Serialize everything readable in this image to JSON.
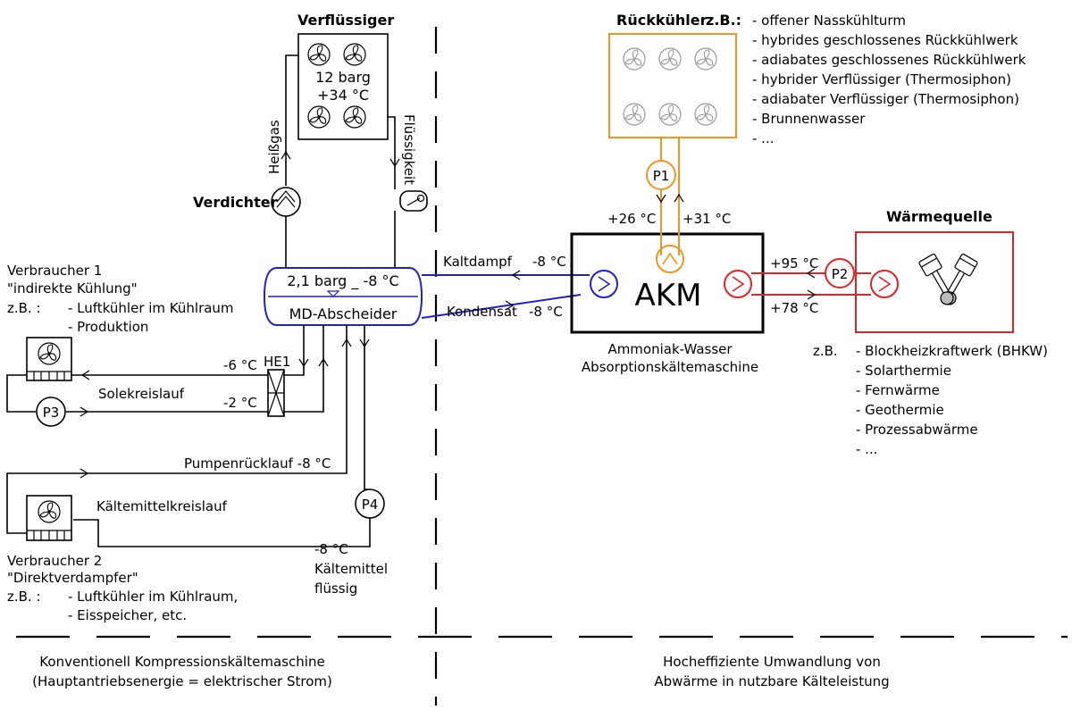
{
  "labels": {
    "verfluessiger": "Verflüssiger",
    "verfl_pressure": "12 barg",
    "verfl_temp": "+34 °C",
    "heissgas": "Heißgas",
    "fluessigkeit": "Flüssigkeit",
    "verdichter": "Verdichter",
    "abscheider_state": "2,1 barg _ -8 °C",
    "abscheider_name": "MD-Abscheider",
    "kaltdampf": "Kaltdampf",
    "kaltdampf_temp": "-8 °C",
    "kondensat": "Kondensat",
    "kondensat_temp": "-8 °C",
    "akm": "AKM",
    "akm_desc_1": "Ammoniak-Wasser",
    "akm_desc_2": "Absorptionskältemaschine",
    "rueckkuehler": "Rückkühler",
    "zb": "z.B.:",
    "rk_temp_out": "+26 °C",
    "rk_temp_in": "+31 °C",
    "p1": "P1",
    "p2": "P2",
    "p3": "P3",
    "p4": "P4",
    "waermequelle": "Wärmequelle",
    "wq_temp_in": "+95 °C",
    "wq_temp_out": "+78 °C",
    "wq_zb": "z.B.",
    "he1": "HE1",
    "sole_temp_1": "-6 °C",
    "sole_temp_2": "-2 °C",
    "solekreislauf": "Solekreislauf",
    "pumpenruecklauf": "Pumpenrücklauf -8 °C",
    "kaeltemittelkreislauf": "Kältemittelkreislauf",
    "km_temp": "-8 °C",
    "km_line2": "Kältemittel",
    "km_line3": "flüssig",
    "footer_left_1": "Konventionell Kompressionskältemaschine",
    "footer_left_2": "(Hauptantriebsenergie = elektrischer Strom)",
    "footer_right_1": "Hocheffiziente Umwandlung von",
    "footer_right_2": "Abwärme in nutzbare Kälteleistung"
  },
  "rueckkuehler_options": [
    "- offener Nasskühlturm",
    "- hybrides geschlossenes Rückkühlwerk",
    "- adiabates geschlossenes Rückkühlwerk",
    "- hybrider Verflüssiger (Thermosiphon)",
    "- adiabater Verflüssiger (Thermosiphon)",
    "- Brunnenwasser",
    "- ..."
  ],
  "waermequelle_options": [
    "- Blockheizkraftwerk (BHKW)",
    "- Solarthermie",
    "- Fernwärme",
    "- Geothermie",
    "- Prozessabwärme",
    "- ..."
  ],
  "verbraucher1": {
    "title": "Verbraucher 1",
    "subtitle": "\"indirekte Kühlung\"",
    "zb": "z.B. :",
    "items": [
      "- Luftkühler im Kühlraum",
      "- Produktion"
    ]
  },
  "verbraucher2": {
    "title": "Verbraucher 2",
    "subtitle": "\"Direktverdampfer\"",
    "zb": "z.B. :",
    "items": [
      "- Luftkühler im Kühlraum,",
      "- Eisspeicher, etc."
    ]
  },
  "colors": {
    "blue": "#1f1fd0",
    "red": "#e52222",
    "orange": "#f0961e",
    "line": "#000000"
  }
}
